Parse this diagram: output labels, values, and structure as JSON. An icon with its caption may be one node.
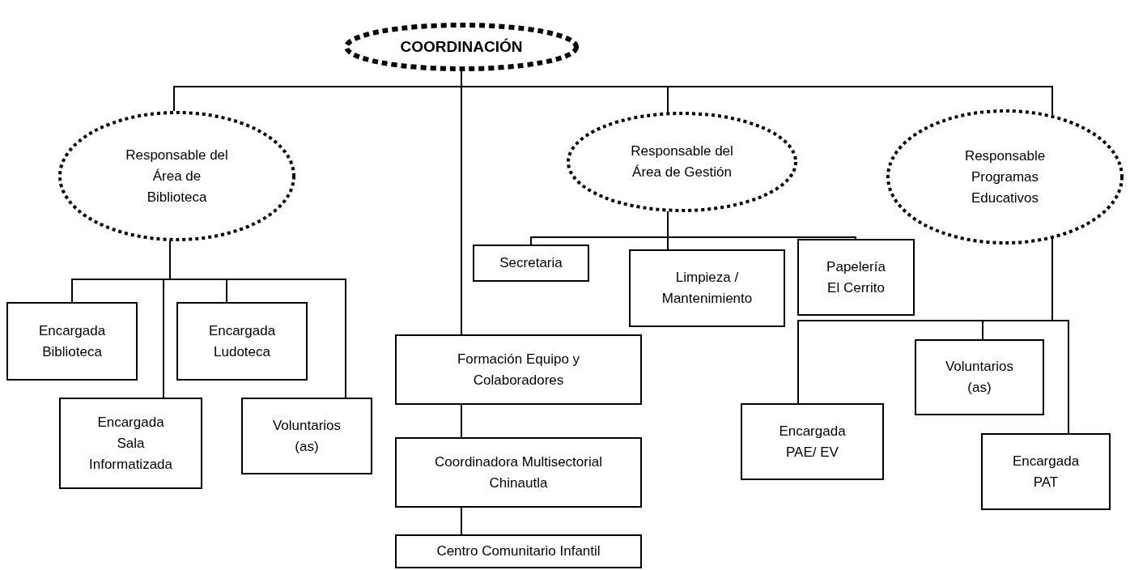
{
  "diagram": {
    "nodes": [
      {
        "text": [
          "COORDINACIÓN"
        ]
      },
      {
        "text": [
          "Responsable del Área de Biblioteca"
        ]
      },
      {
        "text": [
          "Responsable del Área de Gestión"
        ]
      },
      {
        "text": [
          "Responsable Programas Educativos"
        ]
      },
      {
        "text": [
          "Encargada Biblioteca"
        ]
      },
      {
        "text": [
          "Encargada Ludoteca"
        ]
      },
      {
        "text": [
          "Encargada Sala Informatizada"
        ]
      },
      {
        "text": [
          "Voluntarios (as)"
        ]
      },
      {
        "text": [
          "Secretaria"
        ]
      },
      {
        "text": [
          "Limpieza / Mantenimiento"
        ]
      },
      {
        "text": [
          "Papelería El Cerrito"
        ]
      },
      {
        "text": [
          "Formación Equipo y Colaboradores"
        ]
      },
      {
        "text": [
          "Coordinadora Multisectorial Chinautla"
        ]
      },
      {
        "text": [
          "Centro Comunitario Infantil"
        ]
      },
      {
        "text": [
          "Voluntarios (as)"
        ]
      },
      {
        "text": [
          "Encargada PAE/ EV"
        ]
      },
      {
        "text": [
          "Encargada PAT"
        ]
      }
    ],
    "edges": [
      {
        "from": 0,
        "to": 1,
        "arrow": "none"
      },
      {
        "from": 0,
        "to": 11,
        "arrow": "none"
      },
      {
        "from": 0,
        "to": 2,
        "arrow": "none"
      },
      {
        "from": 0,
        "to": 3,
        "arrow": "none"
      },
      {
        "from": 1,
        "to": 4,
        "arrow": "none"
      },
      {
        "from": 1,
        "to": 6,
        "arrow": "none"
      },
      {
        "from": 1,
        "to": 5,
        "arrow": "none"
      },
      {
        "from": 1,
        "to": 7,
        "arrow": "none"
      },
      {
        "from": 2,
        "to": 8,
        "arrow": "none"
      },
      {
        "from": 2,
        "to": 9,
        "arrow": "none"
      },
      {
        "from": 2,
        "to": 10,
        "arrow": "none"
      },
      {
        "from": 3,
        "to": 15,
        "arrow": "none"
      },
      {
        "from": 3,
        "to": 14,
        "arrow": "none"
      },
      {
        "from": 3,
        "to": 16,
        "arrow": "none"
      },
      {
        "from": 11,
        "to": 12,
        "arrow": "none"
      },
      {
        "from": 12,
        "to": 13,
        "arrow": "none"
      }
    ]
  }
}
